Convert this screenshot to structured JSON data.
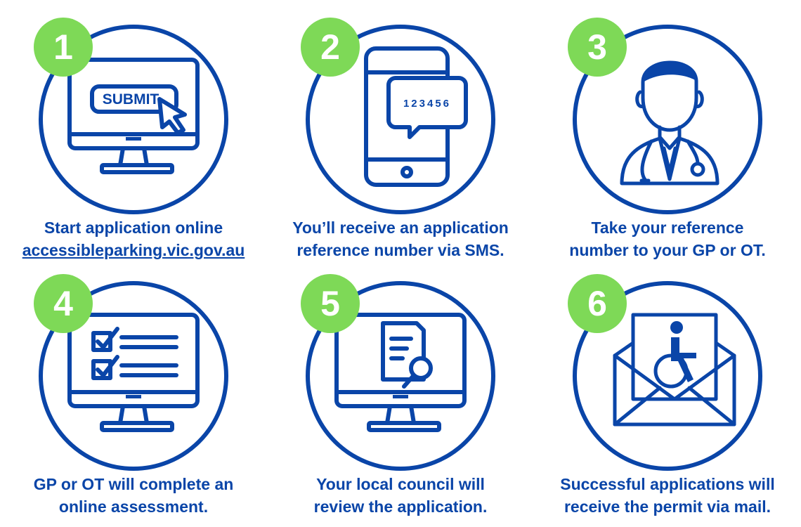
{
  "colors": {
    "primary": "#0a45a8",
    "accent": "#7ed957"
  },
  "steps": [
    {
      "number": "1",
      "icon": "monitor-submit-icon",
      "button_text": "SUBMIT",
      "line1": "Start application online",
      "line2": "accessibleparking.vic.gov.au"
    },
    {
      "number": "2",
      "icon": "phone-sms-icon",
      "code": "123456",
      "line1": "You’ll receive an application",
      "line2": "reference number via SMS."
    },
    {
      "number": "3",
      "icon": "doctor-icon",
      "line1": "Take your reference",
      "line2": "number to your GP or OT."
    },
    {
      "number": "4",
      "icon": "monitor-checklist-icon",
      "line1": "GP or OT will complete an",
      "line2": "online assessment."
    },
    {
      "number": "5",
      "icon": "monitor-document-search-icon",
      "line1": "Your local council will",
      "line2": "review the application."
    },
    {
      "number": "6",
      "icon": "envelope-accessible-permit-icon",
      "line1": "Successful applications will",
      "line2": "receive the permit via mail."
    }
  ]
}
